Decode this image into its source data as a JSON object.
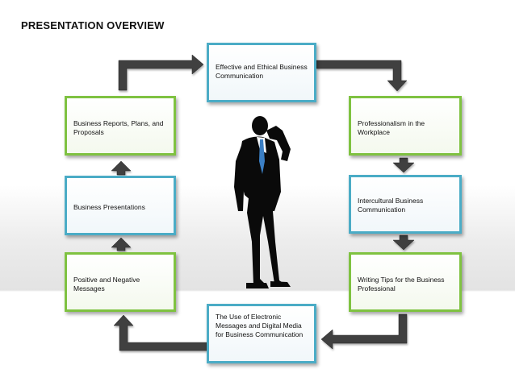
{
  "title": "PRESENTATION OVERVIEW",
  "boxes": {
    "ethical": "Effective and Ethical Business Communication",
    "professionalism": "Professionalism in the Workplace",
    "intercultural": "Intercultural Business Communication",
    "writing_tips": "Writing Tips for the Business Professional",
    "electronic": "The Use of Electronic Messages and Digital Media for Business Communication",
    "positive_negative": "Positive and Negative Messages",
    "presentations": "Business Presentations",
    "reports": "Business Reports, Plans, and Proposals"
  },
  "colors": {
    "blue_border": "#4bacc6",
    "green_border": "#7fc241",
    "arrow_fill": "#3f3f3f"
  },
  "icons": [
    "businessman-on-phone-silhouette"
  ]
}
